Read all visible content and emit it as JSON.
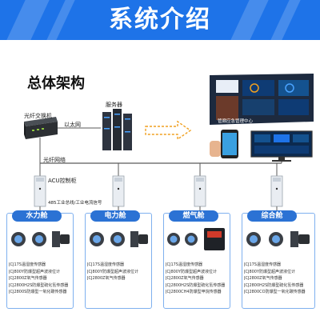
{
  "banner": {
    "title": "系统介绍"
  },
  "section": {
    "title": "总体架构"
  },
  "diagram": {
    "switch_label": "光纤交换机",
    "server_label": "服务器",
    "ethernet_label": "以太网",
    "fiber_label": "光纤网络",
    "acu_label": "ACU控制柜",
    "bus_label": "485工业总线/工业电流信号",
    "control_center_label": "管廊应急管理中心"
  },
  "panels": [
    {
      "title": "水力舱",
      "sensors": [
        "JCJ17S温湿度传感器",
        "JCJ800Y防爆型超声波液位计",
        "JCJ2800Z氧气传感器",
        "JCJ2800H2S防爆型硫化氢传感器",
        "JCJ2800S防爆型一氧化碳传感器"
      ]
    },
    {
      "title": "电力舱",
      "sensors": [
        "JCJ17S温湿度传感器",
        "JCJ800Y防爆型超声波液位计",
        "JCJ2800Z氧气传感器"
      ]
    },
    {
      "title": "燃气舱",
      "sensors": [
        "JCJ17S温湿度传感器",
        "JCJ800Y防爆型超声波液位计",
        "JCJ2800Z氧气传感器",
        "JCJ2800H2S防爆型硫化氢传感器",
        "JCJ2800CH4防爆型甲烷传感器"
      ]
    },
    {
      "title": "综合舱",
      "sensors": [
        "JCJ17S温湿度传感器",
        "JCJ800Y防爆型超声波液位计",
        "JCJ2800Z氧气传感器",
        "JCJ2800H2S防爆型硫化氢传感器",
        "JCJ2800CO防爆型一氧化碳传感器"
      ]
    }
  ],
  "colors": {
    "banner": "#1e73e8",
    "panel_header": "#2b72d4",
    "panel_border": "#7fb0ef",
    "line": "#5a5a5a",
    "arrow": "#f0a020"
  }
}
